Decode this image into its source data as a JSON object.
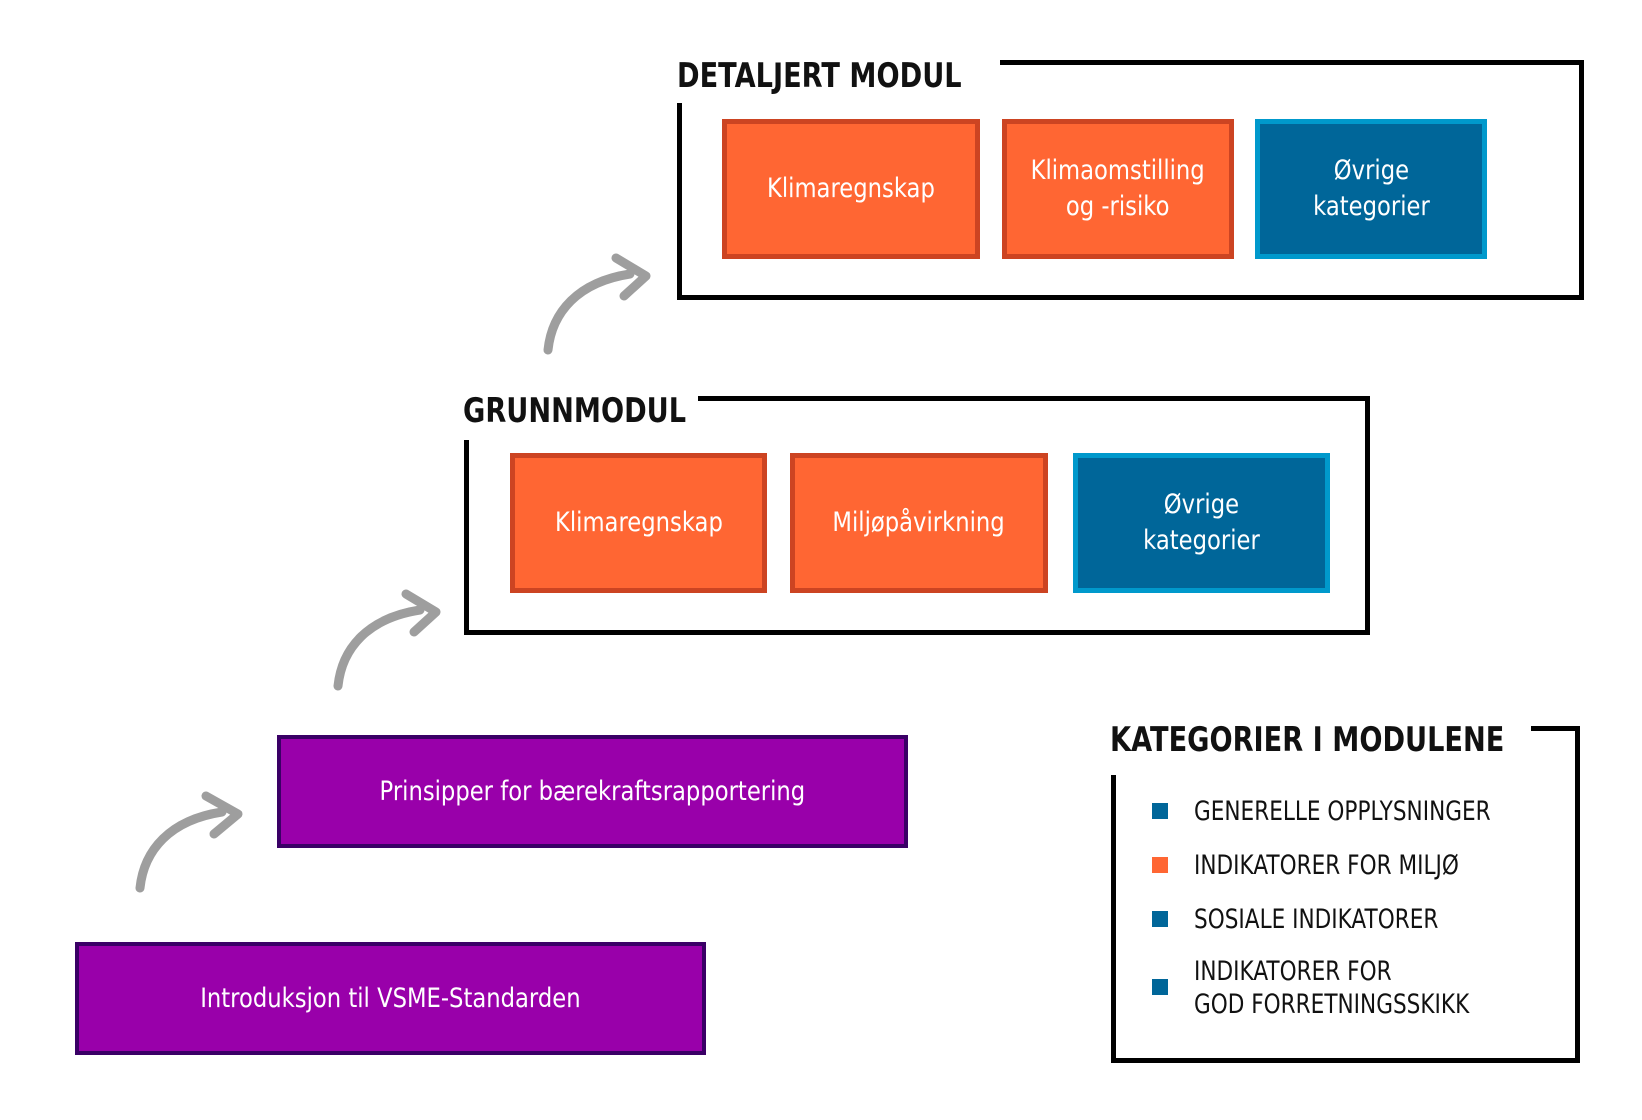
{
  "colors": {
    "environment_orange": "#FF6633",
    "environment_orange_border": "#CC4422",
    "other_blue": "#006699",
    "other_blue_border": "#0099CC",
    "intro_purple": "#9900AA",
    "intro_purple_border": "#3A0066",
    "arrow_gray": "#9E9E9E",
    "frame_black": "#000000"
  },
  "detailed_module": {
    "title": "DETALJERT MODUL",
    "boxes": [
      {
        "label": "Klimaregnskap",
        "category": "environment"
      },
      {
        "label": "Klimaomstilling\nog -risiko",
        "category": "environment"
      },
      {
        "label": "Øvrige\nkategorier",
        "category": "other"
      }
    ]
  },
  "basic_module": {
    "title": "GRUNNMODUL",
    "boxes": [
      {
        "label": "Klimaregnskap",
        "category": "environment"
      },
      {
        "label": "Miljøpåvirkning",
        "category": "environment"
      },
      {
        "label": "Øvrige\nkategorier",
        "category": "other"
      }
    ]
  },
  "foundation_steps": [
    {
      "label": "Prinsipper for bærekraftsrapportering"
    },
    {
      "label": "Introduksjon til VSME-Standarden"
    }
  ],
  "arrows": [
    {
      "icon": "curved-arrow-icon",
      "from": "Introduksjon til VSME-Standarden",
      "to": "Prinsipper for bærekraftsrapportering"
    },
    {
      "icon": "curved-arrow-icon",
      "from": "Prinsipper for bærekraftsrapportering",
      "to": "GRUNNMODUL"
    },
    {
      "icon": "curved-arrow-icon",
      "from": "GRUNNMODUL",
      "to": "DETALJERT MODUL"
    }
  ],
  "legend": {
    "title": "KATEGORIER I MODULENE",
    "items": [
      {
        "label": "GENERELLE OPPLYSNINGER",
        "color": "#006699"
      },
      {
        "label": "INDIKATORER FOR MILJØ",
        "color": "#FF6633"
      },
      {
        "label": "SOSIALE INDIKATORER",
        "color": "#006699"
      },
      {
        "label": "INDIKATORER FOR\nGOD FORRETNINGSSKIKK",
        "color": "#006699"
      }
    ]
  }
}
